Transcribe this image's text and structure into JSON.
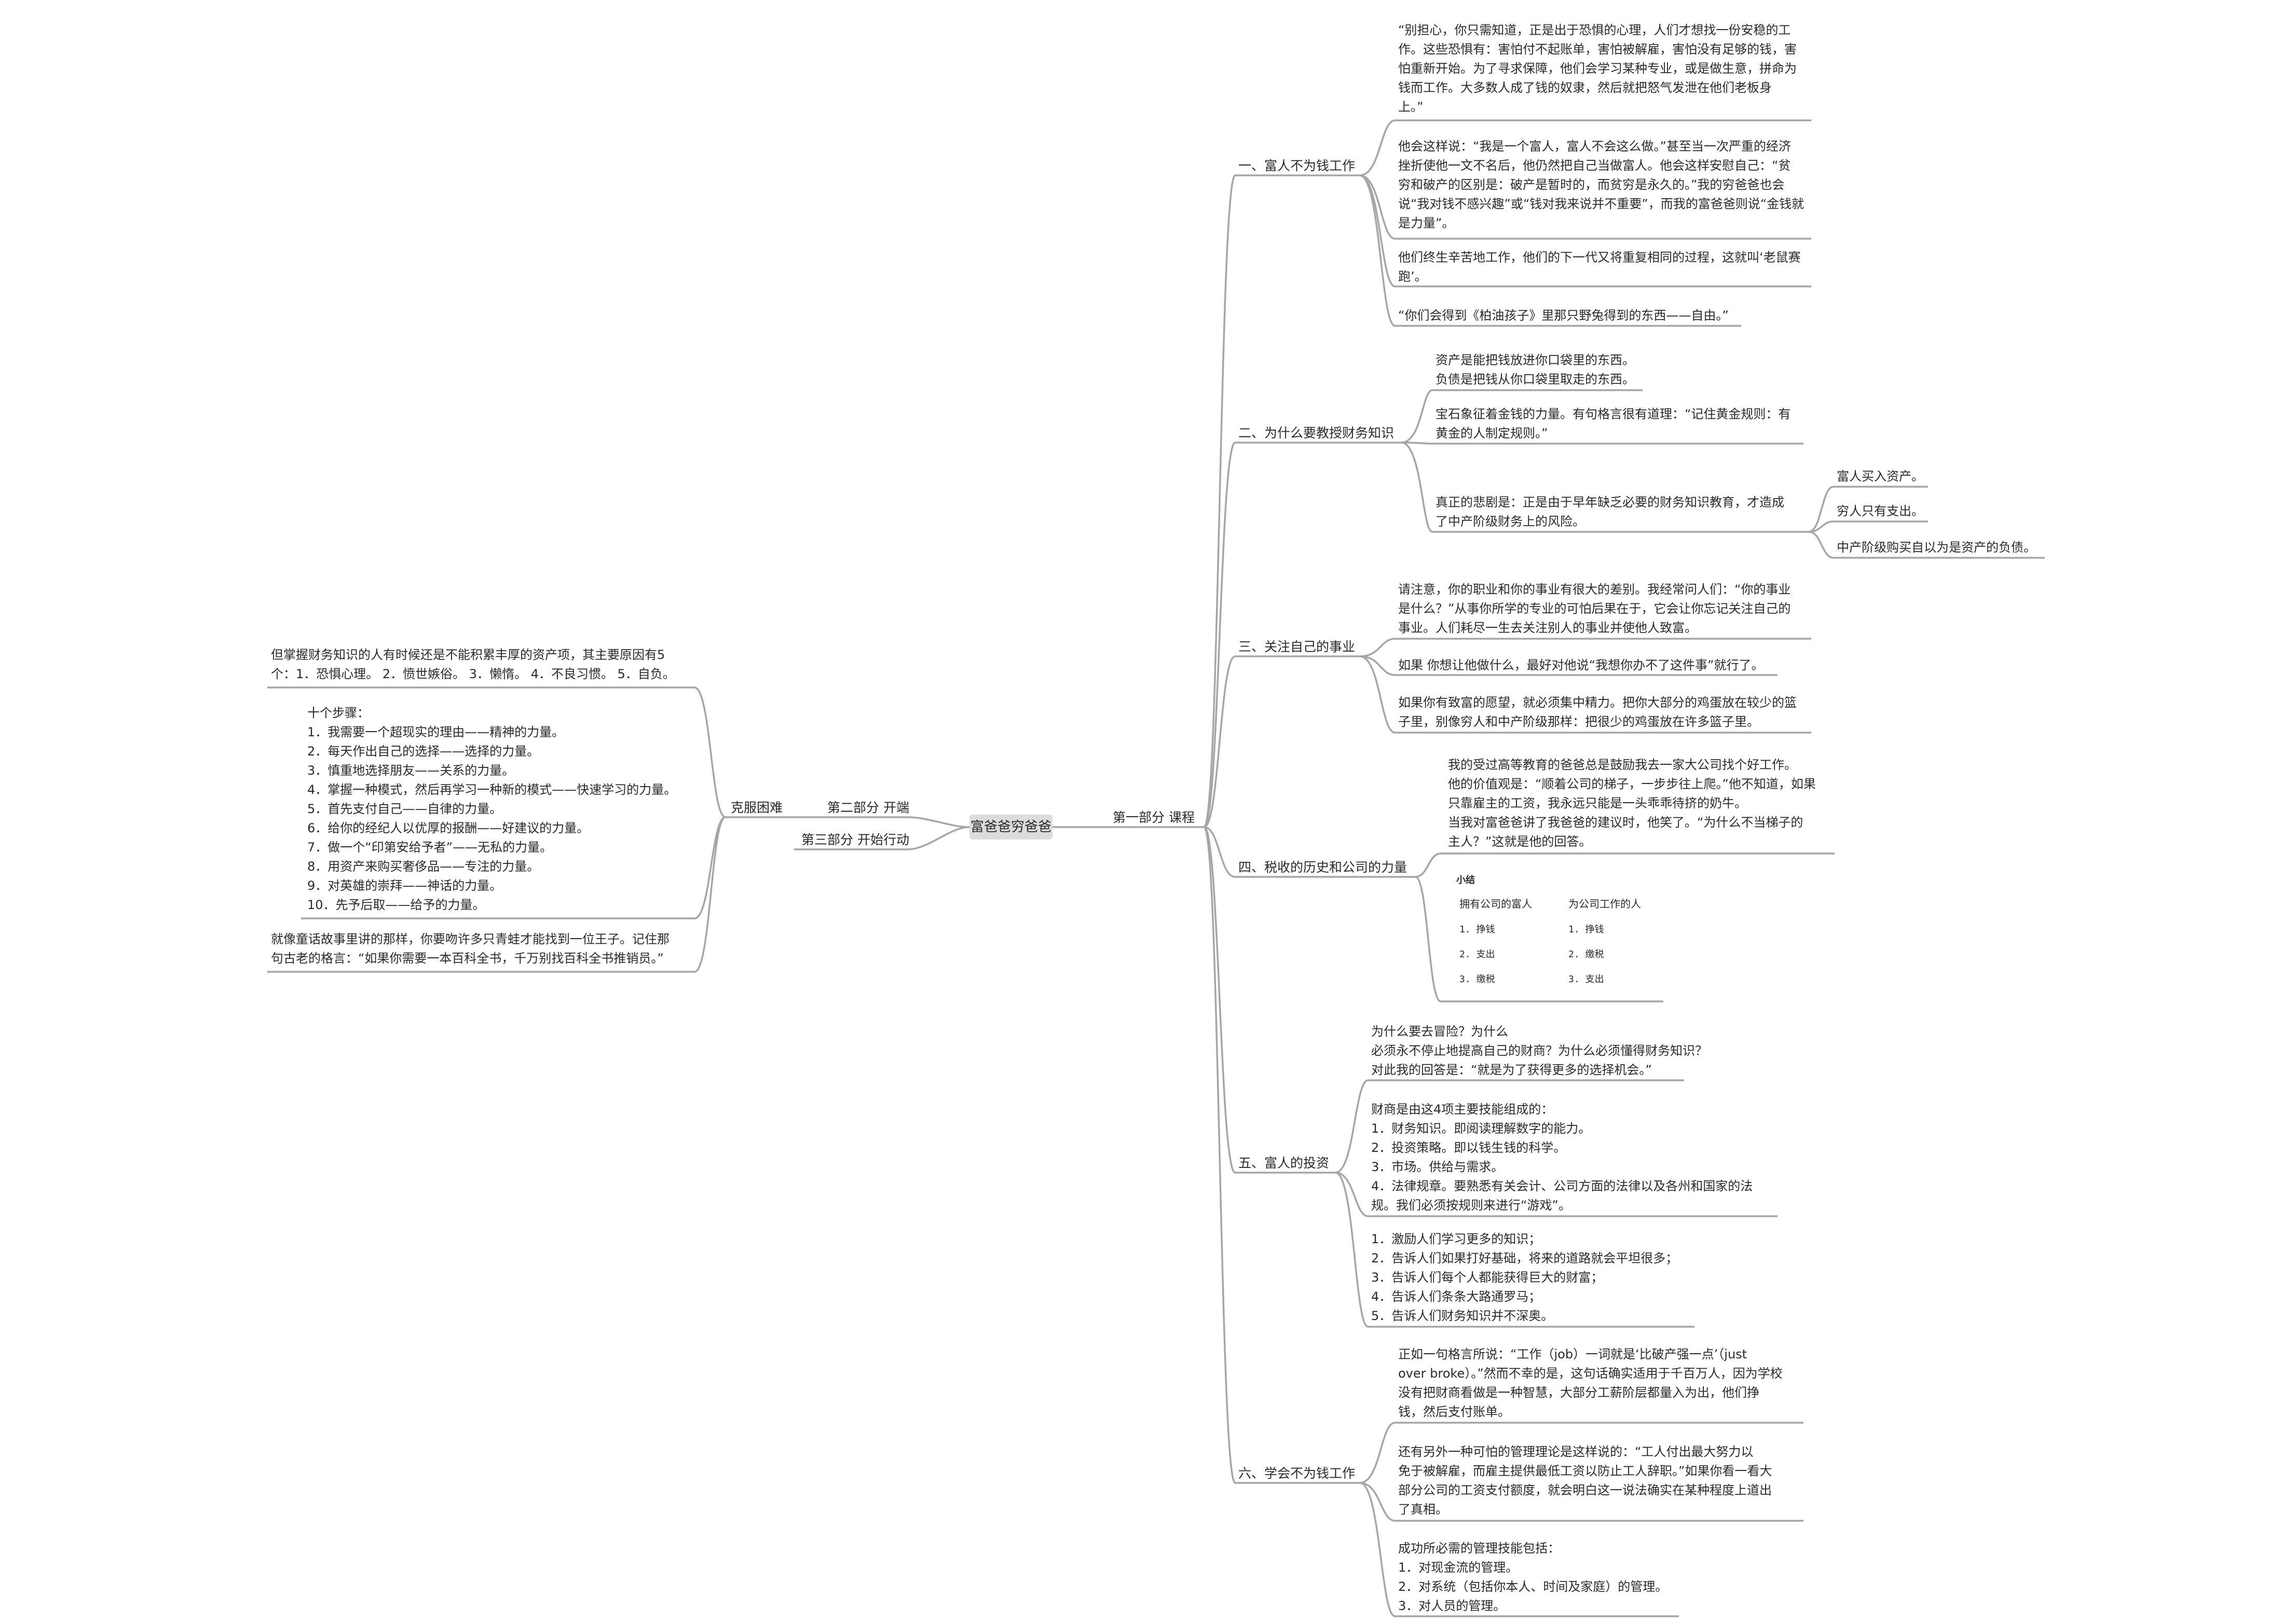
{
  "root": "富爸爸穷爸爸",
  "parts": {
    "p1": "第一部分  课程",
    "p2": "第二部分  开端",
    "p3": "第三部分  开始行动"
  },
  "left": {
    "kefu": "克服困难",
    "n1": [
      "但掌握财务知识的人有时候还是不能积累丰厚的资产项，其主要原因有5",
      "个：1．恐惧心理。 2．愤世嫉俗。 3．懒惰。 4．不良习惯。 5．自负。"
    ],
    "n2": [
      "十个步骤：",
      "1．我需要一个超现实的理由——精神的力量。",
      "2．每天作出自己的选择——选择的力量。",
      "3．慎重地选择朋友——关系的力量。",
      "4．掌握一种模式，然后再学习一种新的模式——快速学习的力量。",
      "5．首先支付自己——自律的力量。",
      "6．给你的经纪人以优厚的报酬——好建议的力量。",
      "7．做一个“印第安给予者”——无私的力量。",
      "8．用资产来购买奢侈品——专注的力量。",
      "9．对英雄的崇拜——神话的力量。",
      "10．先予后取——给予的力量。"
    ],
    "n3": [
      "就像童话故事里讲的那样，你要吻许多只青蛙才能找到一位王子。记住那",
      "句古老的格言：“如果你需要一本百科全书，千万别找百科全书推销员。”"
    ]
  },
  "b1": {
    "label": "一、富人不为钱工作",
    "n1": [
      "“别担心，你只需知道，正是出于恐惧的心理，人们才想找一份安稳的工",
      "作。这些恐惧有：害怕付不起账单，害怕被解雇，害怕没有足够的钱，害",
      "怕重新开始。为了寻求保障，他们会学习某种专业，或是做生意，拼命为",
      "钱而工作。大多数人成了钱的奴隶，然后就把怒气发泄在他们老板身",
      "上。”"
    ],
    "n2": [
      "他会这样说：“我是一个富人，富人不会这么做。”甚至当一次严重的经济",
      "挫折使他一文不名后，他仍然把自己当做富人。他会这样安慰自己：“贫",
      "穷和破产的区别是：破产是暂时的，而贫穷是永久的。”我的穷爸爸也会",
      "说“我对钱不感兴趣”或“钱对我来说并不重要”，而我的富爸爸则说“金钱就",
      "是力量”。"
    ],
    "n3": [
      "他们终生辛苦地工作，他们的下一代又将重复相同的过程，这就叫‘老鼠赛",
      "跑’。"
    ],
    "n4": [
      "“你们会得到《柏油孩子》里那只野兔得到的东西——自由。”"
    ]
  },
  "b2": {
    "label": "二、为什么要教授财务知识",
    "n1": [
      "资产是能把钱放进你口袋里的东西。",
      "负债是把钱从你口袋里取走的东西。"
    ],
    "n2": [
      "宝石象征着金钱的力量。有句格言很有道理：“记住黄金规则：有",
      "黄金的人制定规则。”"
    ],
    "n3": [
      "真正的悲剧是：正是由于早年缺乏必要的财务知识教育，才造成",
      "了中产阶级财务上的风险。"
    ],
    "s1": "富人买入资产。",
    "s2": "穷人只有支出。",
    "s3": "中产阶级购买自以为是资产的负债。"
  },
  "b3": {
    "label": "三、关注自己的事业",
    "n1": [
      "请注意，你的职业和你的事业有很大的差别。我经常问人们：“你的事业",
      "是什么？”从事你所学的专业的可怕后果在于，它会让你忘记关注自己的",
      "事业。人们耗尽一生去关注别人的事业并使他人致富。"
    ],
    "n2": [
      "如果 你想让他做什么，最好对他说“我想你办不了这件事”就行了。"
    ],
    "n3": [
      "如果你有致富的愿望，就必须集中精力。把你大部分的鸡蛋放在较少的篮",
      "子里，别像穷人和中产阶级那样：把很少的鸡蛋放在许多篮子里。"
    ]
  },
  "b4": {
    "label": "四、税收的历史和公司的力量",
    "n1": [
      "我的受过高等教育的爸爸总是鼓励我去一家大公司找个好工作。",
      "他的价值观是：“顺着公司的梯子，一步步往上爬。”他不知道，如果",
      "只靠雇主的工资，我永远只能是一头乖乖待挤的奶牛。",
      "当我对富爸爸讲了我爸爸的建议时，他笑了。“为什么不当梯子的",
      "主人？”这就是他的回答。"
    ],
    "table": {
      "title": "小结",
      "h1": "拥有公司的富人",
      "h2": "为公司工作的人",
      "rows": [
        [
          "1. 挣钱",
          "1. 挣钱"
        ],
        [
          "2. 支出",
          "2. 缴税"
        ],
        [
          "3. 缴税",
          "3. 支出"
        ]
      ]
    }
  },
  "b5": {
    "label": "五、富人的投资",
    "n1": [
      "为什么要去冒险？为什么",
      "必须永不停止地提高自己的财商？为什么必须懂得财务知识？",
      "对此我的回答是：“就是为了获得更多的选择机会。”"
    ],
    "n2": [
      "财商是由这4项主要技能组成的：",
      "1．财务知识。即阅读理解数字的能力。",
      "2．投资策略。即以钱生钱的科学。",
      "3．市场。供给与需求。",
      "4．法律规章。要熟悉有关会计、公司方面的法律以及各州和国家的法",
      "规。我们必须按规则来进行“游戏”。"
    ],
    "n3": [
      "1．激励人们学习更多的知识；",
      "2．告诉人们如果打好基础，将来的道路就会平坦很多；",
      "3．告诉人们每个人都能获得巨大的财富；",
      "4．告诉人们条条大路通罗马；",
      "5．告诉人们财务知识并不深奥。"
    ]
  },
  "b6": {
    "label": "六、学会不为钱工作",
    "n1": [
      "正如一句格言所说：“工作（job）一词就是‘比破产强一点’（just",
      "over broke）。”然而不幸的是，这句话确实适用于千百万人，因为学校",
      "没有把财商看做是一种智慧，大部分工薪阶层都量入为出，他们挣",
      "钱，然后支付账单。"
    ],
    "n2": [
      "还有另外一种可怕的管理理论是这样说的：“工人付出最大努力以",
      "免于被解雇，而雇主提供最低工资以防止工人辞职。”如果你看一看大",
      "部分公司的工资支付额度，就会明白这一说法确实在某种程度上道出",
      "了真相。"
    ],
    "n3": [
      "成功所必需的管理技能包括：",
      "1．对现金流的管理。",
      "2．对系统（包括你本人、时间及家庭）的管理。",
      "3．对人员的管理。"
    ]
  }
}
